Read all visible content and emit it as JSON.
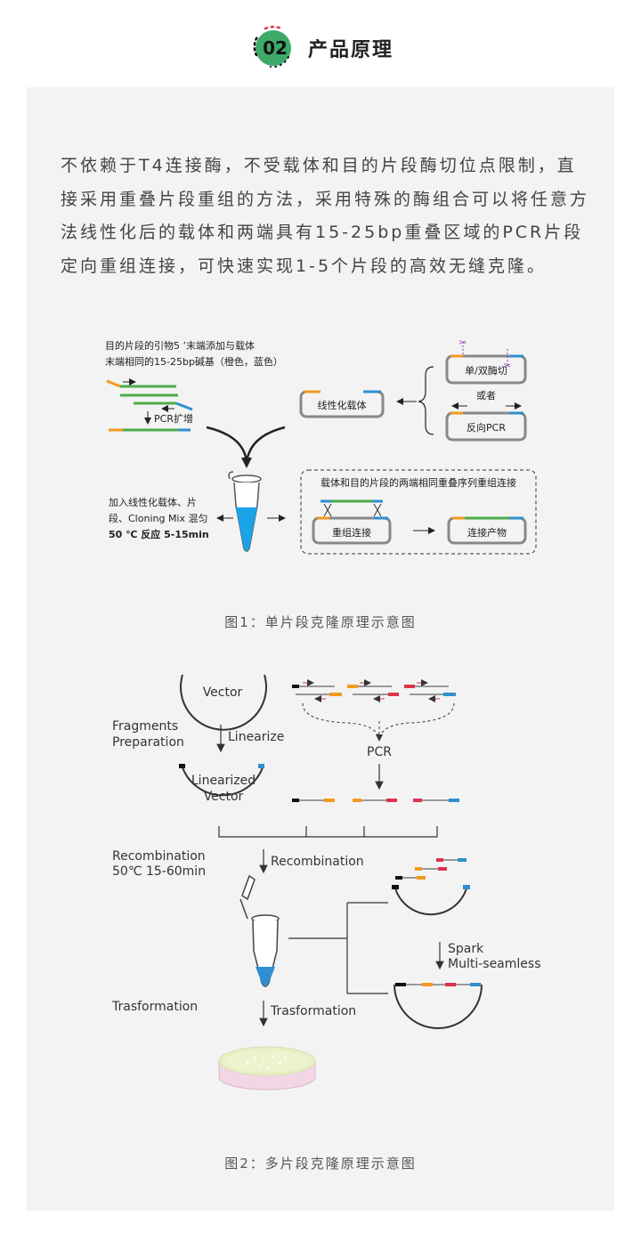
{
  "header": {
    "number": "02",
    "title": "产品原理"
  },
  "intro": "不依赖于T4连接酶，不受载体和目的片段酶切位点限制，直接采用重叠片段重组的方法，采用特殊的酶组合可以将任意方法线性化后的载体和两端具有15-25bp重叠区域的PCR片段定向重组连接，可快速实现1-5个片段的高效无缝克隆。",
  "figure1": {
    "primer_note_line1": "目的片段的引物5 ’末端添加与载体",
    "primer_note_line2": "末端相同的15-25bp碱基（橙色，蓝色）",
    "pcr_label": "PCR扩增",
    "linear_vector": "线性化载体",
    "single_double_digest": "单/双酶切",
    "or": "或者",
    "inverse_pcr": "反向PCR",
    "mix_line1": "加入线性化载体、片",
    "mix_line2": "段、Cloning Mix 混匀",
    "reaction": "50 ℃ 反应 5-15min",
    "overlap_note": "载体和目的片段的两端相同重叠序列重组连接",
    "recombine": "重组连接",
    "product": "连接产物",
    "caption": "图1：单片段克隆原理示意图"
  },
  "figure2": {
    "vector": "Vector",
    "fragments_line1": "Fragments",
    "fragments_line2": "Preparation",
    "linearize": "Linearize",
    "linearized_line1": "Linearized",
    "linearized_line2": "Vector",
    "pcr": "PCR",
    "recombination_left_line1": "Recombination",
    "recombination_left_line2": "50℃  15-60min",
    "recombination_arrow": "Recombination",
    "spark_line1": "Spark",
    "spark_line2": "Multi-seamless",
    "transformation_left": "Trasformation",
    "transformation_arrow": "Trasformation",
    "caption": "图2：多片段克隆原理示意图"
  },
  "colors": {
    "orange": "#f39a1e",
    "blue": "#2f8fd0",
    "green": "#4bac47",
    "red": "#e0314f",
    "badge": "#3daa6a"
  }
}
